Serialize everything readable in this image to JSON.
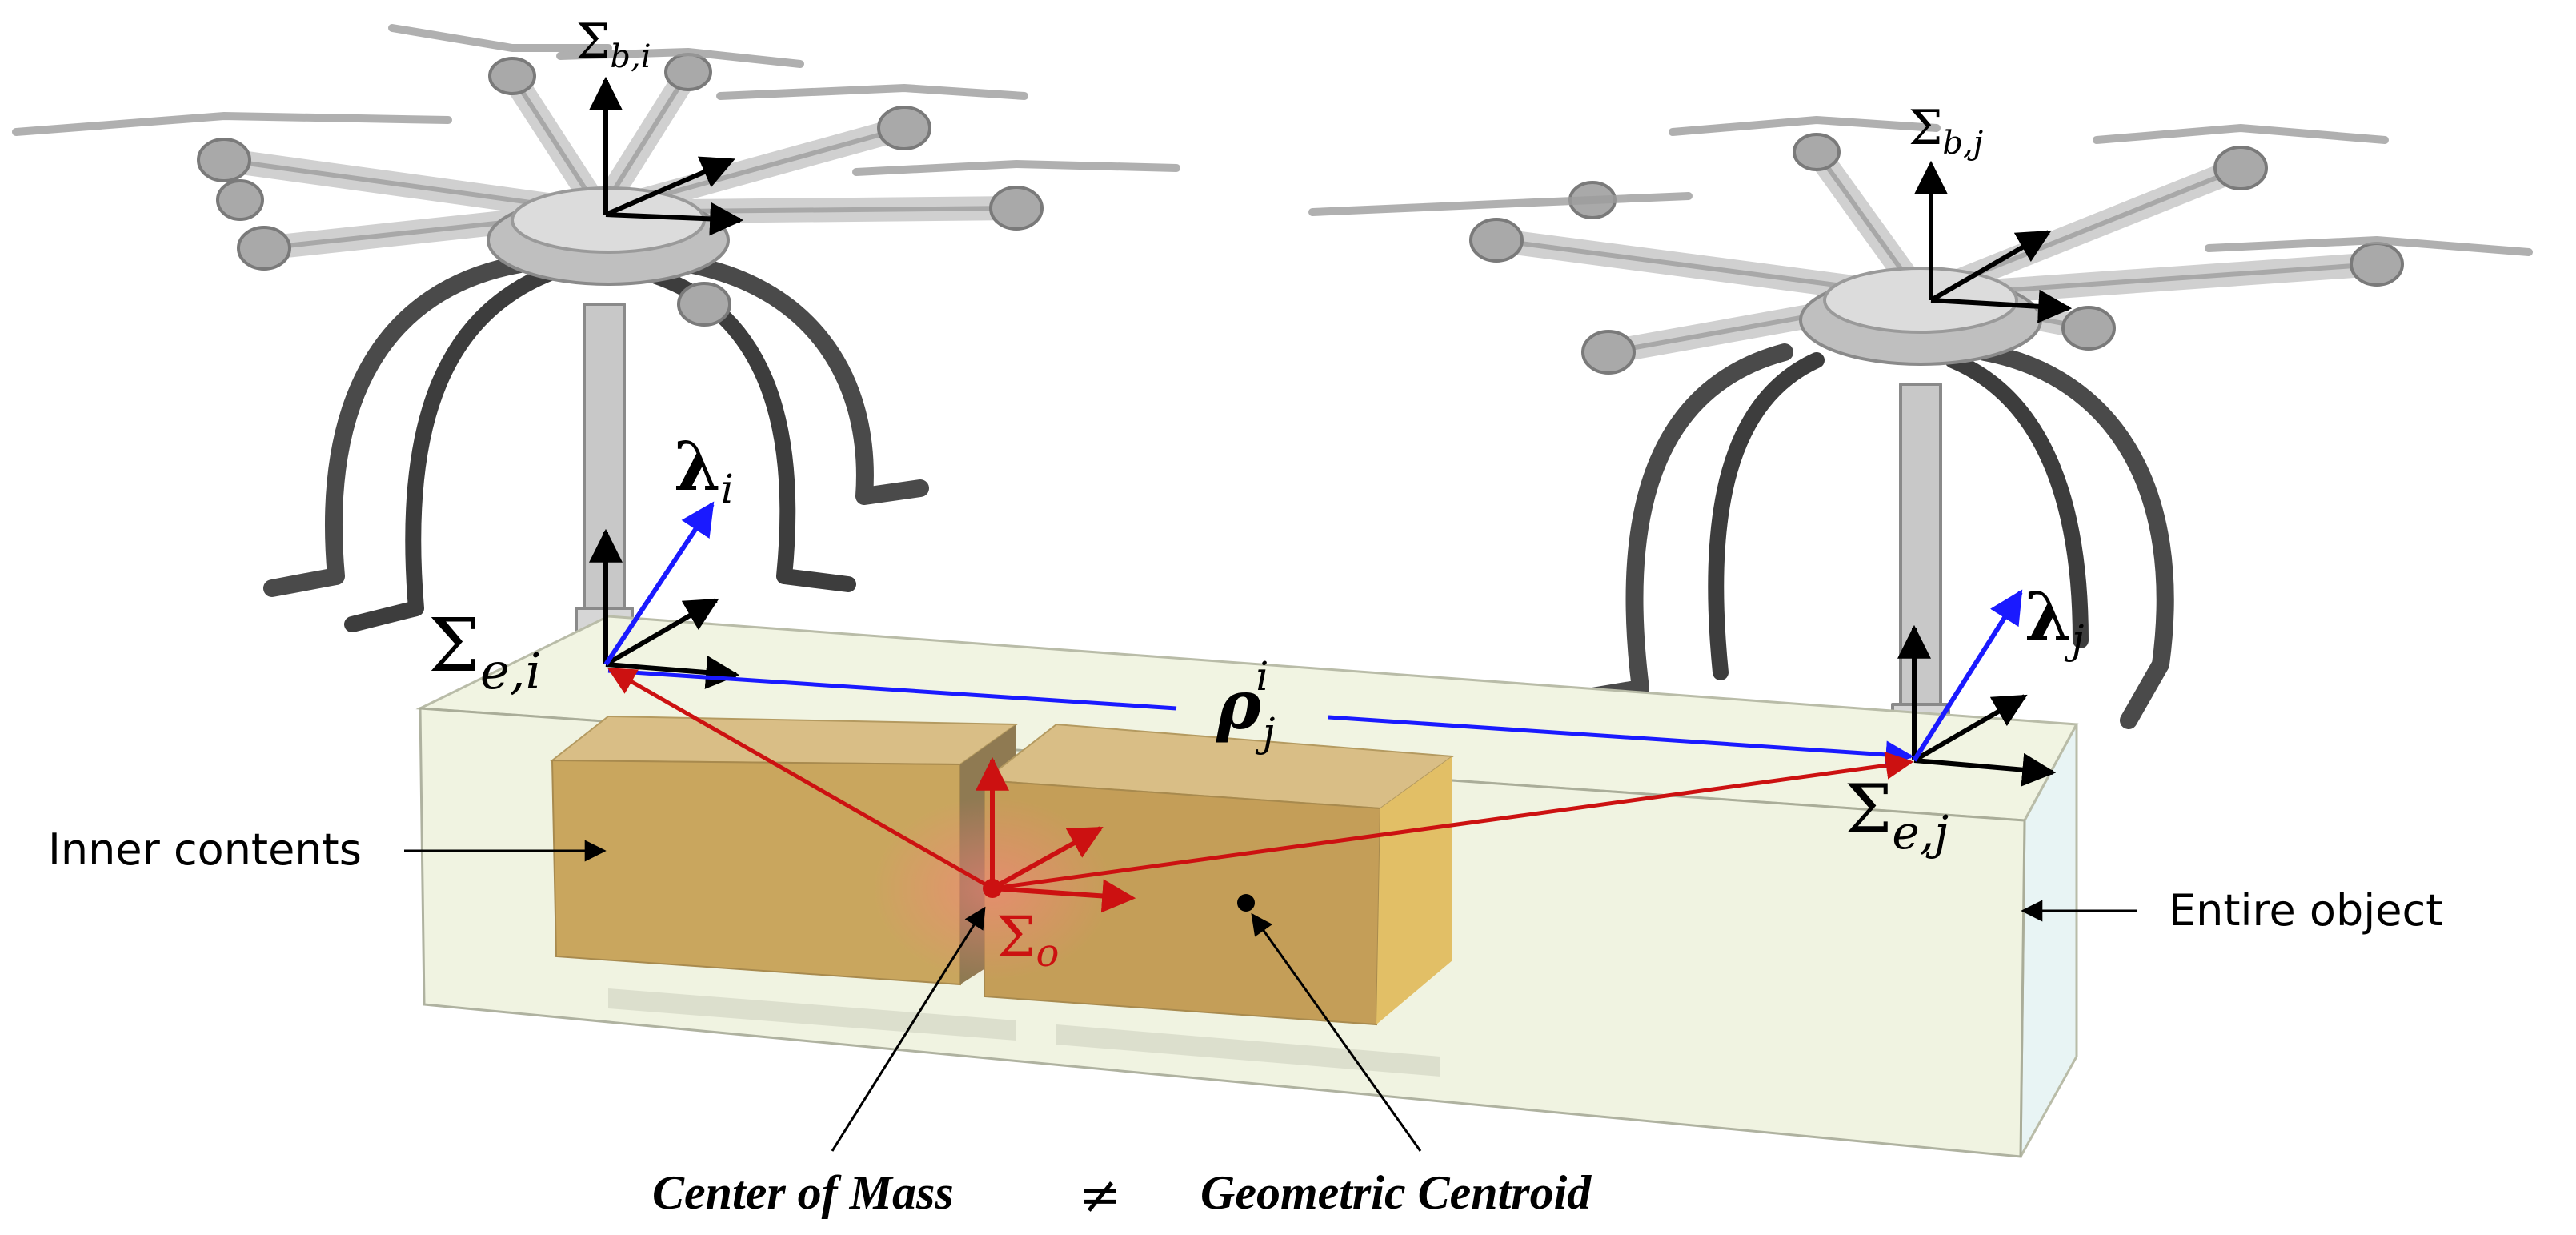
{
  "frames": {
    "sigma_b_i": {
      "main": "Σ",
      "sub": "b,i"
    },
    "sigma_b_j": {
      "main": "Σ",
      "sub": "b,j"
    },
    "sigma_e_i": {
      "main": "Σ",
      "sub": "e,i"
    },
    "sigma_e_j": {
      "main": "Σ",
      "sub": "e,j"
    },
    "sigma_o": {
      "main": "Σ",
      "sub": "o"
    }
  },
  "forces": {
    "lambda_i": {
      "main": "λ",
      "sub": "i"
    },
    "lambda_j": {
      "main": "λ",
      "sub": "j"
    },
    "rho": {
      "main": "ρ",
      "sub": "j",
      "sup": "i"
    }
  },
  "labels": {
    "inner_contents": "Inner contents",
    "entire_object": "Entire object",
    "center_of_mass": "Center of Mass",
    "not_equal": "≠",
    "geometric_centroid": "Geometric Centroid"
  },
  "colors": {
    "frame_axes": "#000000",
    "force_vectors": "#1a1aff",
    "position_vectors": "#cc1111",
    "inner_content_fill": "#c9a65e",
    "object_fill": "#eef3dd"
  }
}
